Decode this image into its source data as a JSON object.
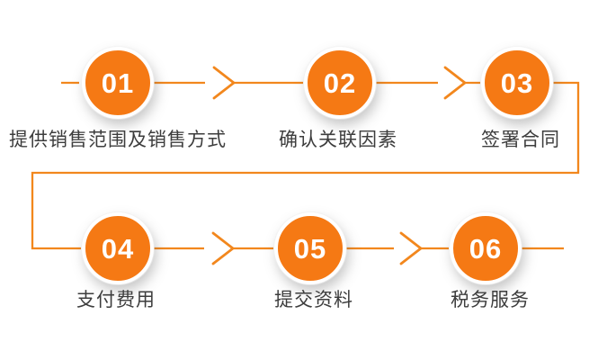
{
  "flow": {
    "colors": {
      "accent": "#F57914",
      "line": "#F2871D",
      "number_text": "#FFFFFF",
      "label_text": "#3D3D3D",
      "background": "#FFFFFF"
    },
    "steps": [
      {
        "number": "01",
        "label": "提供销售范围及销售方式"
      },
      {
        "number": "02",
        "label": "确认关联因素"
      },
      {
        "number": "03",
        "label": "签署合同"
      },
      {
        "number": "04",
        "label": "支付费用"
      },
      {
        "number": "05",
        "label": "提交资料"
      },
      {
        "number": "06",
        "label": "税务服务"
      }
    ]
  }
}
